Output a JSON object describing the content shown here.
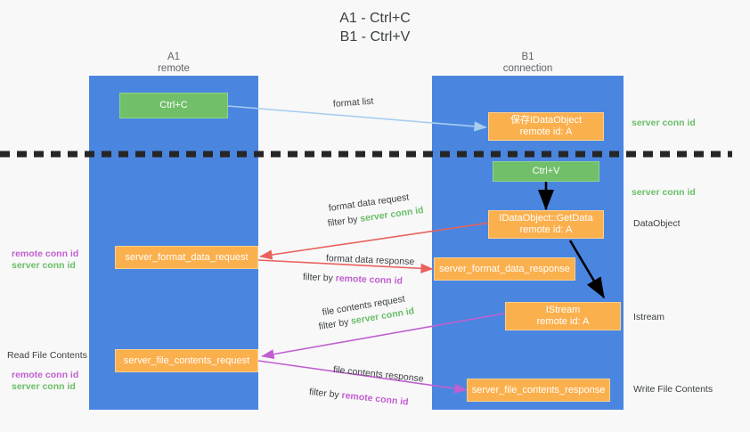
{
  "title": {
    "line1": "A1 - Ctrl+C",
    "line2": "B1 - Ctrl+V"
  },
  "columns": [
    {
      "name": "A1",
      "sub": "remote"
    },
    {
      "name": "B1",
      "sub": "connection"
    }
  ],
  "boxes": {
    "ctrl_c": {
      "label": "Ctrl+C"
    },
    "ctrl_v": {
      "label": "Ctrl+V"
    },
    "idataobject": {
      "line1": "保存IDataObject",
      "line2": "remote id: A"
    },
    "getdata": {
      "line1": "IDataObject::GetData",
      "line2": "remote id: A"
    },
    "istream": {
      "line1": "IStream",
      "line2": "remote id: A"
    },
    "server_format_data_request": {
      "label": "server_format_data_request"
    },
    "server_format_data_response": {
      "label": "server_format_data_response"
    },
    "server_file_contents_request": {
      "label": "server_file_contents_request"
    },
    "server_file_contents_response": {
      "label": "server_file_contents_response"
    }
  },
  "notes": {
    "format_list": "format list",
    "format_data_request": "format data request",
    "format_data_request_filter_prefix": "filter by ",
    "format_data_request_filter_key": "server conn id",
    "format_data_response": "format data response",
    "format_data_response_filter_prefix": "filter by ",
    "format_data_response_filter_key": "remote conn id",
    "file_contents_request": "file contents request",
    "file_contents_request_filter_prefix": "filter by ",
    "file_contents_request_filter_key": "server conn id",
    "file_contents_response": "file contents response",
    "file_contents_response_filter_prefix": "filter by ",
    "file_contents_response_filter_key": "remote conn id"
  },
  "right_labels": {
    "server_conn_id_top": "server conn id",
    "server_conn_id_mid": "server conn id",
    "dataobject": "DataObject",
    "istream": "Istream",
    "write_file_contents": "Write File Contents"
  },
  "left_labels": {
    "remote_conn_id_upper": "remote conn id",
    "server_conn_id_upper": "server conn id",
    "read_file_contents": "Read File Contents",
    "remote_conn_id_lower": "remote conn id",
    "server_conn_id_lower": "server conn id"
  },
  "colors": {
    "background": "#f8f8f8",
    "lane_blue": "#4a86e0",
    "green_box": "#72bf6a",
    "orange_box": "#fbb04e",
    "arrow_light_blue": "#a9cdf0",
    "arrow_black": "#000000",
    "arrow_red": "#e8615c",
    "arrow_magenta": "#c05fd0",
    "text_green": "#6abf69",
    "text_magenta": "#c05fd0",
    "divider": "#262626"
  }
}
